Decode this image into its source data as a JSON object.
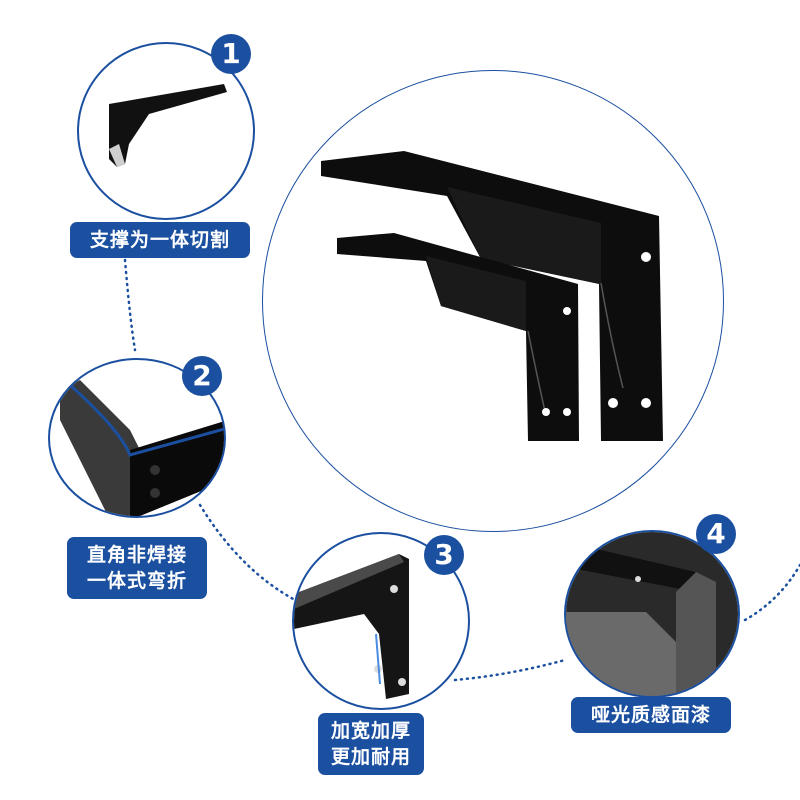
{
  "features": [
    {
      "number": "1",
      "label_lines": [
        "支撑为一体切割"
      ]
    },
    {
      "number": "2",
      "label_lines": [
        "直角非焊接",
        "一体式弯折"
      ]
    },
    {
      "number": "3",
      "label_lines": [
        "加宽加厚",
        "更加耐用"
      ]
    },
    {
      "number": "4",
      "label_lines": [
        "哑光质感面漆"
      ]
    }
  ],
  "colors": {
    "accent": "#1b4fa0",
    "product": "#111111",
    "background": "#ffffff"
  }
}
